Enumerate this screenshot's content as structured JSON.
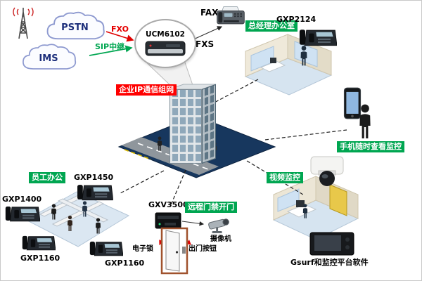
{
  "labels": {
    "pstn": "PSTN",
    "ims": "IMS",
    "fxo": "FXO",
    "sip_trunk": "SIP中继",
    "ucm": "UCM6102",
    "fax": "FAX",
    "fxs": "FXS",
    "gm_office": "总经理办公室",
    "gxp2124": "GXP2124",
    "enterprise_network": "企业IP通信组网",
    "mobile_monitoring": "手机随时查看监控",
    "video_monitoring": "视频监控",
    "staff_office": "员工办公",
    "gxp1450": "GXP1450",
    "gxp1400": "GXP1400",
    "gxp1160_left": "GXP1160",
    "gxp1160_right": "GXP1160",
    "gxv3500": "GXV3500",
    "remote_door_access": "远程门禁开门",
    "electronic_lock": "电子锁",
    "exit_button": "出门按钮",
    "camera": "摄像机",
    "gsurf_platform": "Gsurf和监控平台软件"
  },
  "colors": {
    "green_accent": "#00a651",
    "red_accent": "#ff0000",
    "cloud_text_navy": "#1b2d7a",
    "ground_plane_navy": "#17375e"
  }
}
